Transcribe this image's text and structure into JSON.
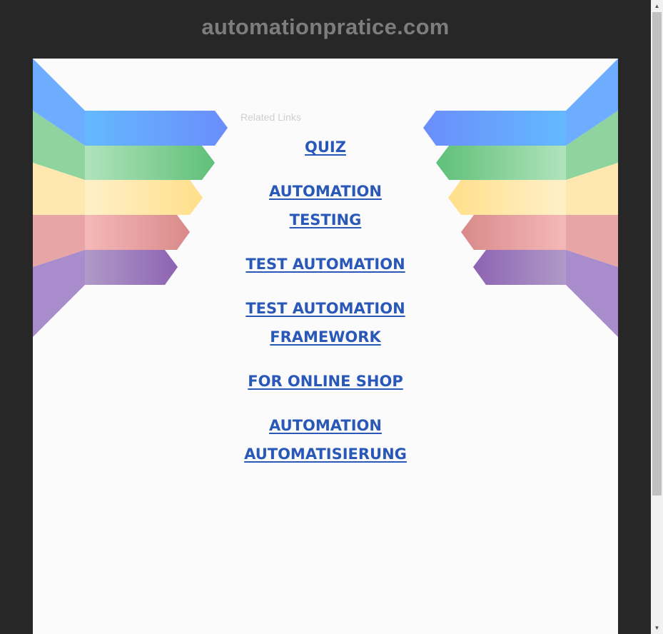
{
  "header": {
    "title": "automationpratice.com"
  },
  "related": {
    "heading": "Related Links",
    "links": [
      "QUIZ",
      "AUTOMATION TESTING",
      "TEST AUTOMATION",
      "TEST AUTOMATION FRAMEWORK",
      "FOR ONLINE SHOP",
      "AUTOMATION AUTOMATISIERUNG"
    ]
  },
  "colors": {
    "background": "#272727",
    "panel": "#fbfbfb",
    "link": "#2958b9",
    "deco_blue": "#63b9ff",
    "deco_green": "#7ccf8c",
    "deco_yellow": "#ffe3a0",
    "deco_red": "#e9a0a0",
    "deco_purple": "#9a7cc0"
  }
}
